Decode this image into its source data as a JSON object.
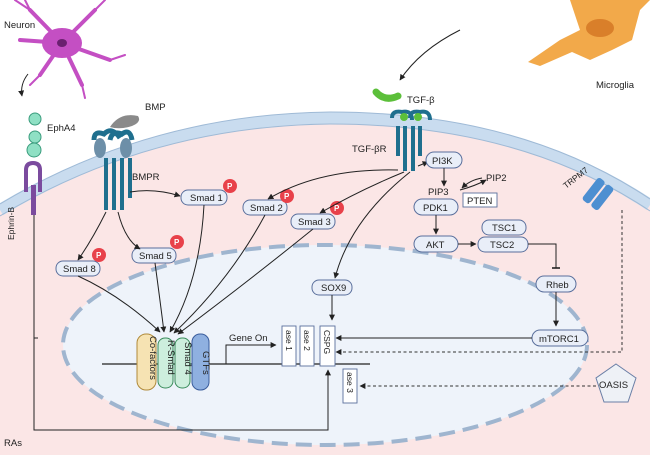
{
  "labels": {
    "neuron": "Neuron",
    "microglia": "Microglia",
    "epha4": "EphA4",
    "bmp": "BMP",
    "tgfb": "TGF-β",
    "tgfbr": "TGF-βR",
    "bmpr": "BMPR",
    "ephrinb": "Ephrin-B",
    "trpm7": "TRPM7",
    "ras": "RAs",
    "oasis": "OASIS"
  },
  "smads": {
    "smad1": "Smad 1",
    "smad2": "Smad 2",
    "smad3": "Smad 3",
    "smad5": "Smad 5",
    "smad8": "Smad 8",
    "p": "P"
  },
  "pathway": {
    "pi3k": "PI3K",
    "pip2": "PIP2",
    "pip3": "PIP3",
    "pten": "PTEN",
    "pdk1": "PDK1",
    "akt": "AKT",
    "tsc1": "TSC1",
    "tsc2": "TSC2",
    "rheb": "Rheb",
    "mtorc1": "mTORC1",
    "sox9": "SOX9"
  },
  "nucleus": {
    "cofactors": "Co-factors",
    "rsmad": "R-Smad",
    "smad4": "Smad 4",
    "gtfs": "GTFs",
    "gene_on": "Gene  On",
    "ase1": "ase 1",
    "ase2": "ase 2",
    "cspg": "CSPG",
    "ase3": "ase 3"
  },
  "colors": {
    "membrane": "#c9dcef",
    "cytoplasm": "#fbe6e6",
    "nucleus": "#eef3fa",
    "neuron": "#c44fc3",
    "microglia": "#f2a94a",
    "tgfb": "#5cbf3a",
    "receptor": "#1f6f8e",
    "phospho": "#e8414a"
  }
}
